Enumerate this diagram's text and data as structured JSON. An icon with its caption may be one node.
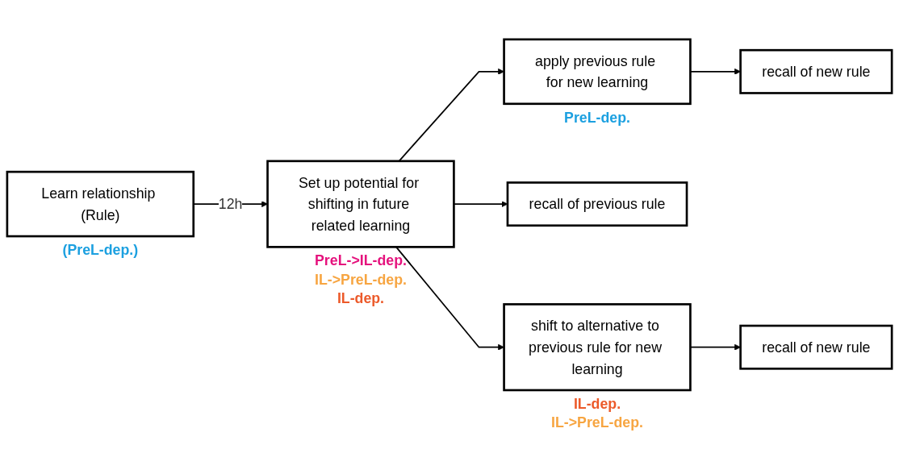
{
  "diagram": {
    "nodes": [
      {
        "text": [
          "Learn relationship (Rule)"
        ],
        "beside": [
          "(PreL-dep.)"
        ]
      },
      {
        "text": [
          "Set up potential for shifting in future related learning"
        ],
        "beside": [
          "PreL->IL-dep.",
          "IL->PreL-dep.",
          "IL-dep."
        ]
      },
      {
        "text": [
          "apply previous rule for new learning"
        ],
        "beside": [
          "PreL-dep."
        ]
      },
      {
        "text": [
          "recall of new rule"
        ]
      },
      {
        "text": [
          "recall of previous rule"
        ]
      },
      {
        "text": [
          "shift to alternative to previous rule for new learning"
        ],
        "beside": [
          "IL-dep.",
          "IL->PreL-dep."
        ]
      },
      {
        "text": [
          "recall of new rule"
        ]
      }
    ],
    "edges": [
      {
        "from": 0,
        "to": 1,
        "arrow": "to",
        "label": "12h"
      },
      {
        "from": 1,
        "to": 2,
        "arrow": "to"
      },
      {
        "from": 1,
        "to": 4,
        "arrow": "to"
      },
      {
        "from": 1,
        "to": 5,
        "arrow": "to"
      },
      {
        "from": 2,
        "to": 3,
        "arrow": "to"
      },
      {
        "from": 5,
        "to": 6,
        "arrow": "to"
      }
    ]
  }
}
